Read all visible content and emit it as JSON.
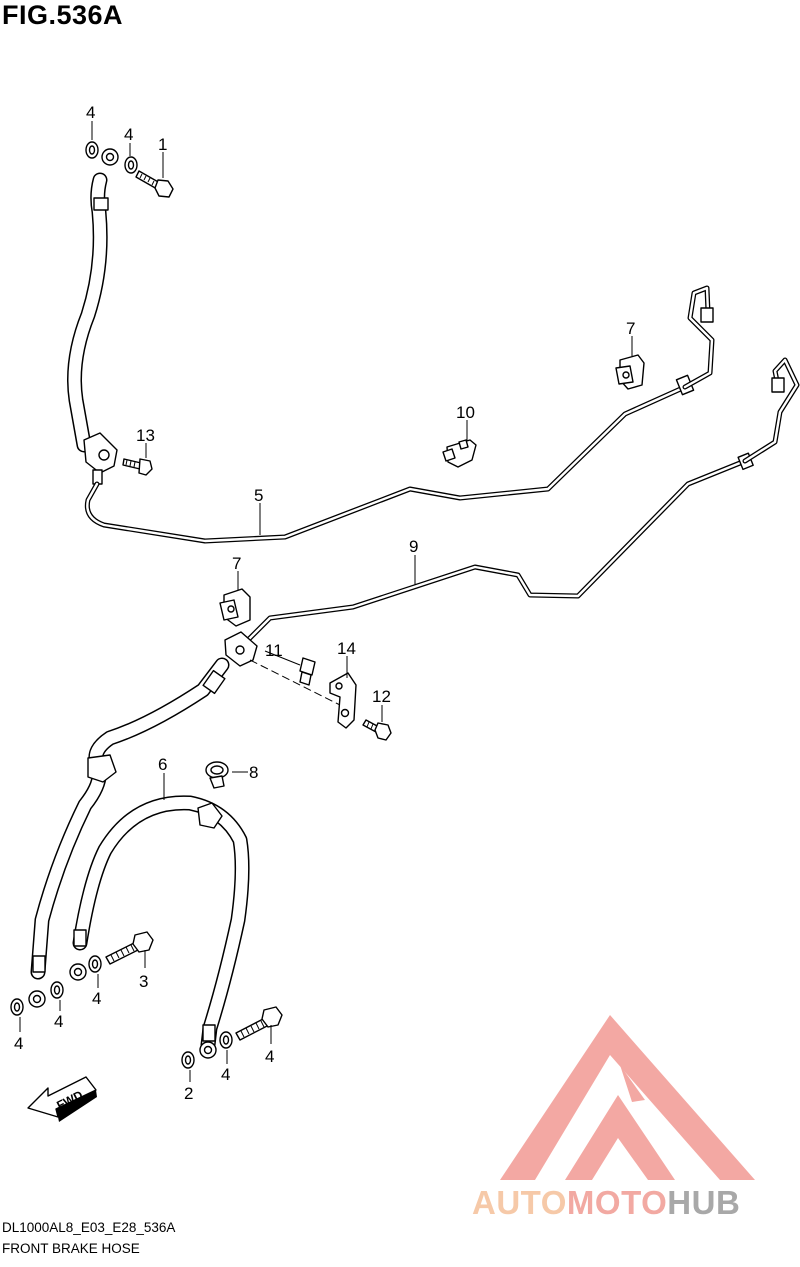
{
  "figure": {
    "title": "FIG.536A",
    "diagram_code": "DL1000AL8_E03_E28_536A",
    "caption": "FRONT BRAKE HOSE",
    "direction_label": "FWD"
  },
  "callouts": [
    "4",
    "4",
    "1",
    "13",
    "5",
    "7",
    "10",
    "7",
    "9",
    "11",
    "14",
    "12",
    "6",
    "8",
    "3",
    "4",
    "4",
    "4",
    "2",
    "4",
    "4"
  ],
  "watermark": {
    "part1": "AUTO",
    "part2": "MOTO",
    "part3": "HUB",
    "color_auto": "#f6c9a8",
    "color_moto": "#f2a9a2",
    "color_hub": "#a8a8a8",
    "color_mark": "#f29a93"
  }
}
